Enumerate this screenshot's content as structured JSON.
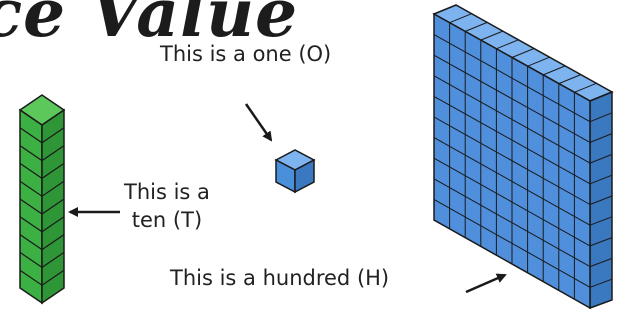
{
  "title": "ce Value",
  "labels": {
    "one": "This is a one (O)",
    "ten_line1": "This is a",
    "ten_line2": "ten (T)",
    "hundred": "This is a hundred (H)"
  },
  "colors": {
    "ten_block": "#3cb043",
    "one_block": "#4a8fd9",
    "hundred_block": "#4f8fdc",
    "outline": "#1a1a1a"
  }
}
